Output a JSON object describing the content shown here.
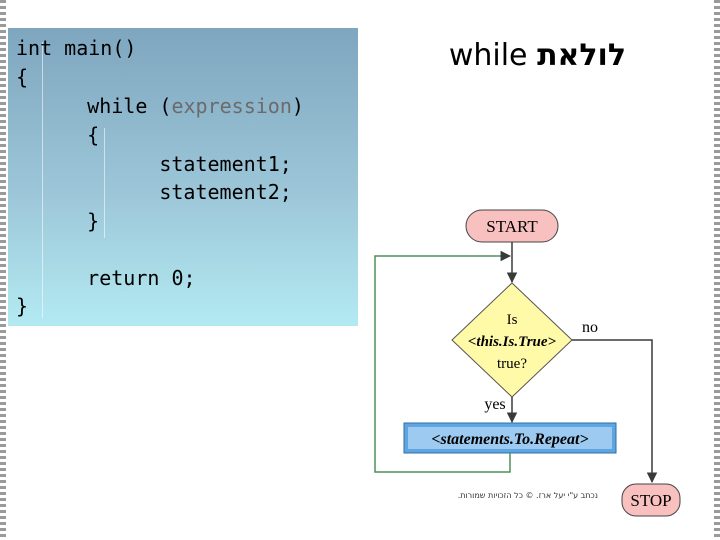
{
  "code": {
    "lines": [
      "int main()",
      "{",
      "    while ",
      "    {",
      "        statement1;",
      "        statement2;",
      "    }",
      "    return 0;",
      "}"
    ],
    "while_open": "(",
    "while_expression": "expression",
    "while_close": ")"
  },
  "title": {
    "hebrew": "לולאת",
    "keyword": "while"
  },
  "flowchart": {
    "start_label": "START",
    "decision_line1": "Is",
    "decision_line2": "<this.Is.True>",
    "decision_line3": "true?",
    "no_label": "no",
    "yes_label": "yes",
    "body_label": "<statements.To.Repeat>",
    "stop_label": "STOP",
    "colors": {
      "terminal_fill": "#f9c0c0",
      "decision_fill": "#fffaa8",
      "body_fill": "#5fa5e0",
      "line": "#4f8f58",
      "line_stroke": "#3a3a3a"
    }
  },
  "footer": {
    "note": "נכתב ע\"י יעל ארז. © כל הזכויות שמורות."
  }
}
